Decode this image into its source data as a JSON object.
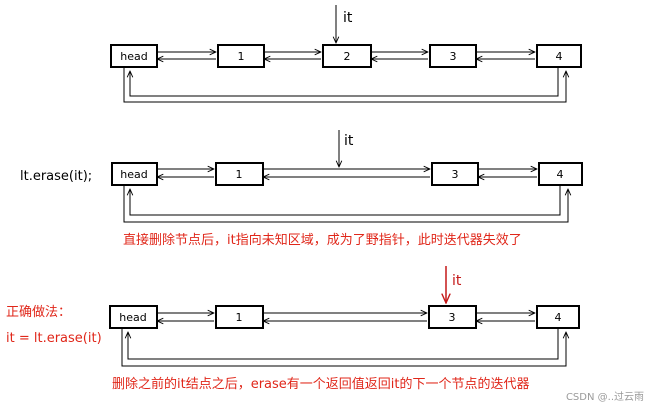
{
  "colors": {
    "line": "#000000",
    "accent_red": "#c41818",
    "text_red": "#e0271a",
    "watermark": "#9a9a9a"
  },
  "diagram1": {
    "nodes": [
      "head",
      "1",
      "2",
      "3",
      "4"
    ],
    "iterator_label": "it"
  },
  "diagram2": {
    "code": "lt.erase(it);",
    "nodes": [
      "head",
      "1",
      "3",
      "4"
    ],
    "iterator_label": "it",
    "caption": "直接删除节点后，it指向未知区域，成为了野指针，此时迭代器失效了"
  },
  "diagram3": {
    "heading": "正确做法：",
    "code": "it = lt.erase(it)",
    "nodes": [
      "head",
      "1",
      "3",
      "4"
    ],
    "iterator_label": "it",
    "caption": "删除之前的it结点之后，erase有一个返回值返回it的下一个节点的迭代器"
  },
  "watermark": "CSDN @..过云雨"
}
